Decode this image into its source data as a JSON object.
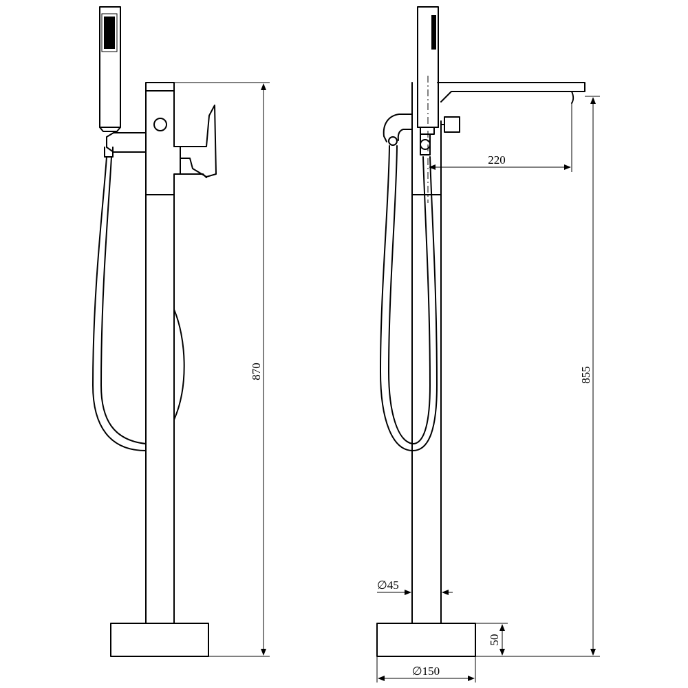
{
  "diagram": {
    "dimensions": {
      "overall_height_left": "870",
      "overall_height_right": "855",
      "spout_reach": "220",
      "pipe_diameter": "∅45",
      "base_diameter": "∅150",
      "base_height": "50"
    }
  }
}
